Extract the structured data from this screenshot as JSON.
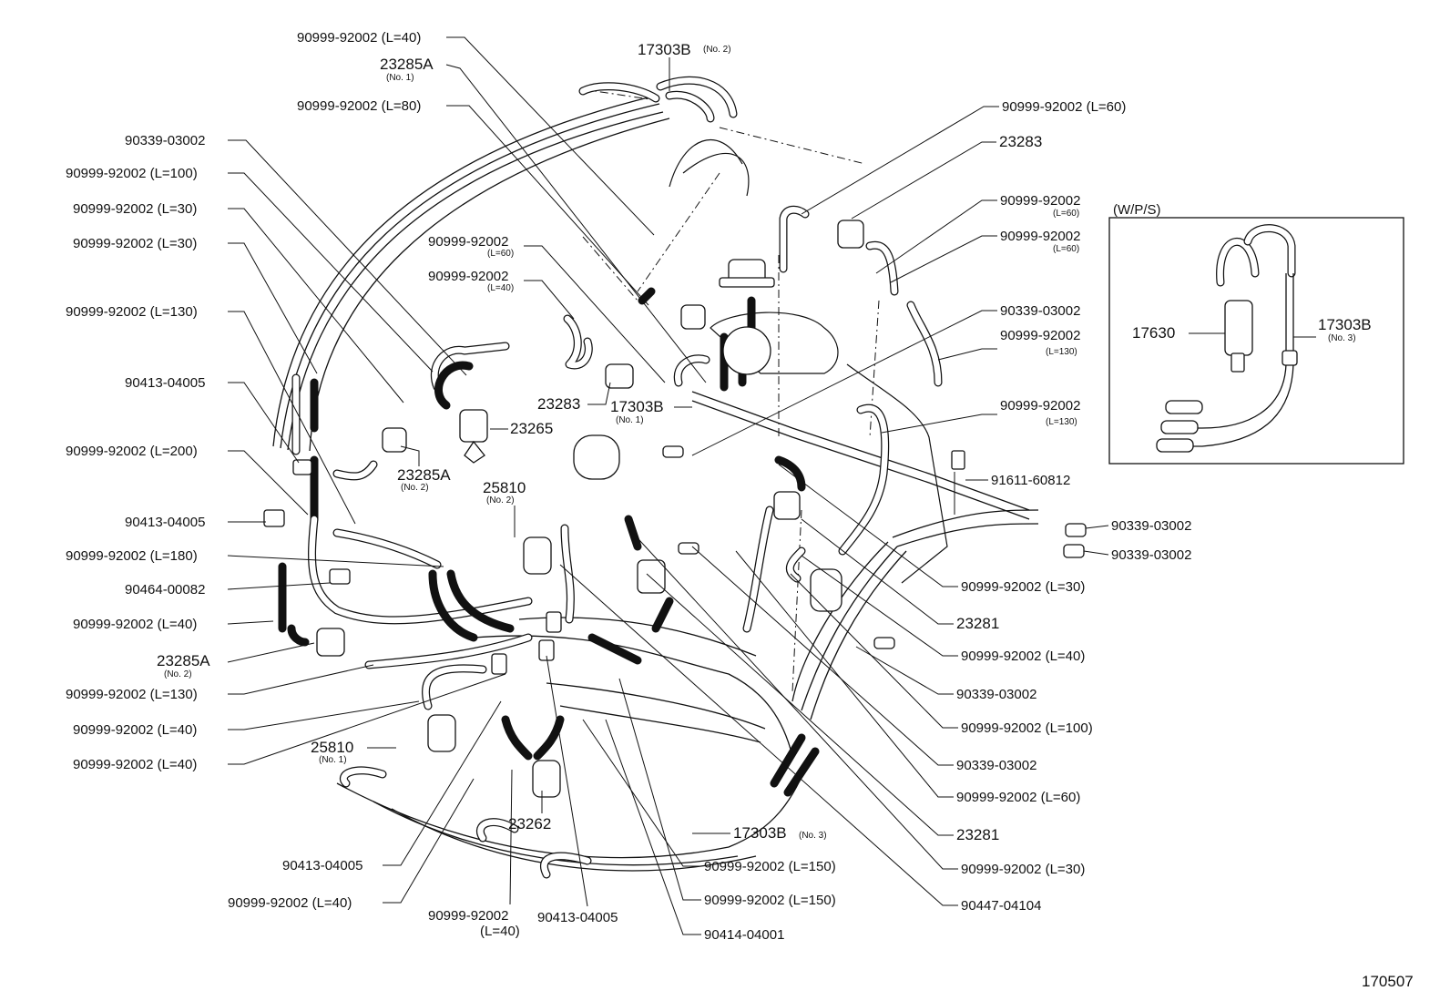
{
  "diagram_id": "170507",
  "inset_title": "(W/P/S)",
  "callouts": {
    "c01": {
      "text": "90999-92002 (L=40)",
      "sub": ""
    },
    "c02": {
      "text": "23285A",
      "sub": "(No. 1)"
    },
    "c03": {
      "text": "17303B",
      "sub": "(No. 2)"
    },
    "c04": {
      "text": "90999-92002 (L=80)",
      "sub": ""
    },
    "c05": {
      "text": "90339-03002",
      "sub": ""
    },
    "c06": {
      "text": "90999-92002 (L=100)",
      "sub": ""
    },
    "c07": {
      "text": "90999-92002 (L=30)",
      "sub": ""
    },
    "c08": {
      "text": "90999-92002 (L=30)",
      "sub": ""
    },
    "c09": {
      "text": "90999-92002 (L=130)",
      "sub": ""
    },
    "c10": {
      "text": "90413-04005",
      "sub": ""
    },
    "c11": {
      "text": "90999-92002 (L=200)",
      "sub": ""
    },
    "c12": {
      "text": "90413-04005",
      "sub": ""
    },
    "c13": {
      "text": "90999-92002 (L=180)",
      "sub": ""
    },
    "c14": {
      "text": "90464-00082",
      "sub": ""
    },
    "c15": {
      "text": "90999-92002 (L=40)",
      "sub": ""
    },
    "c16": {
      "text": "23285A",
      "sub": "(No. 2)"
    },
    "c17": {
      "text": "90999-92002 (L=130)",
      "sub": ""
    },
    "c18": {
      "text": "90999-92002 (L=40)",
      "sub": ""
    },
    "c19": {
      "text": "90999-92002 (L=40)",
      "sub": ""
    },
    "c20": {
      "text": "25810",
      "sub": "(No. 1)"
    },
    "c21": {
      "text": "90413-04005",
      "sub": ""
    },
    "c22": {
      "text": "90999-92002 (L=40)",
      "sub": ""
    },
    "c23": {
      "text": "90999-92002",
      "sub": "(L=40)"
    },
    "c24": {
      "text": "90413-04005",
      "sub": ""
    },
    "c25": {
      "text": "90414-04001",
      "sub": ""
    },
    "c26": {
      "text": "90999-92002 (L=150)",
      "sub": ""
    },
    "c27": {
      "text": "90999-92002 (L=150)",
      "sub": ""
    },
    "c28": {
      "text": "17303B",
      "sub": "(No. 3)"
    },
    "c29": {
      "text": "23262",
      "sub": ""
    },
    "c30": {
      "text": "90999-92002",
      "sub": "(L=60)"
    },
    "c31": {
      "text": "90999-92002",
      "sub": "(L=40)"
    },
    "c32": {
      "text": "23283",
      "sub": ""
    },
    "c33": {
      "text": "17303B",
      "sub": "(No. 1)"
    },
    "c34": {
      "text": "23265",
      "sub": ""
    },
    "c35": {
      "text": "23285A",
      "sub": "(No. 2)"
    },
    "c36": {
      "text": "25810",
      "sub": "(No. 2)"
    },
    "c37": {
      "text": "90999-92002 (L=60)",
      "sub": ""
    },
    "c38": {
      "text": "23283",
      "sub": ""
    },
    "c39": {
      "text": "90999-92002",
      "sub": "(L=60)"
    },
    "c40": {
      "text": "90999-92002",
      "sub": "(L=60)"
    },
    "c41": {
      "text": "90339-03002",
      "sub": ""
    },
    "c42": {
      "text": "90999-92002",
      "sub": "(L=130)"
    },
    "c43": {
      "text": "90999-92002",
      "sub": "(L=130)"
    },
    "c44": {
      "text": "91611-60812",
      "sub": ""
    },
    "c45": {
      "text": "90339-03002",
      "sub": ""
    },
    "c46": {
      "text": "90339-03002",
      "sub": ""
    },
    "c47": {
      "text": "90999-92002 (L=30)",
      "sub": ""
    },
    "c48": {
      "text": "23281",
      "sub": ""
    },
    "c49": {
      "text": "90999-92002 (L=40)",
      "sub": ""
    },
    "c50": {
      "text": "90339-03002",
      "sub": ""
    },
    "c51": {
      "text": "90999-92002 (L=100)",
      "sub": ""
    },
    "c52": {
      "text": "90339-03002",
      "sub": ""
    },
    "c53": {
      "text": "90999-92002 (L=60)",
      "sub": ""
    },
    "c54": {
      "text": "23281",
      "sub": ""
    },
    "c55": {
      "text": "90999-92002 (L=30)",
      "sub": ""
    },
    "c56": {
      "text": "90447-04104",
      "sub": ""
    },
    "c57": {
      "text": "17630",
      "sub": ""
    },
    "c58": {
      "text": "17303B",
      "sub": "(No. 3)"
    }
  }
}
